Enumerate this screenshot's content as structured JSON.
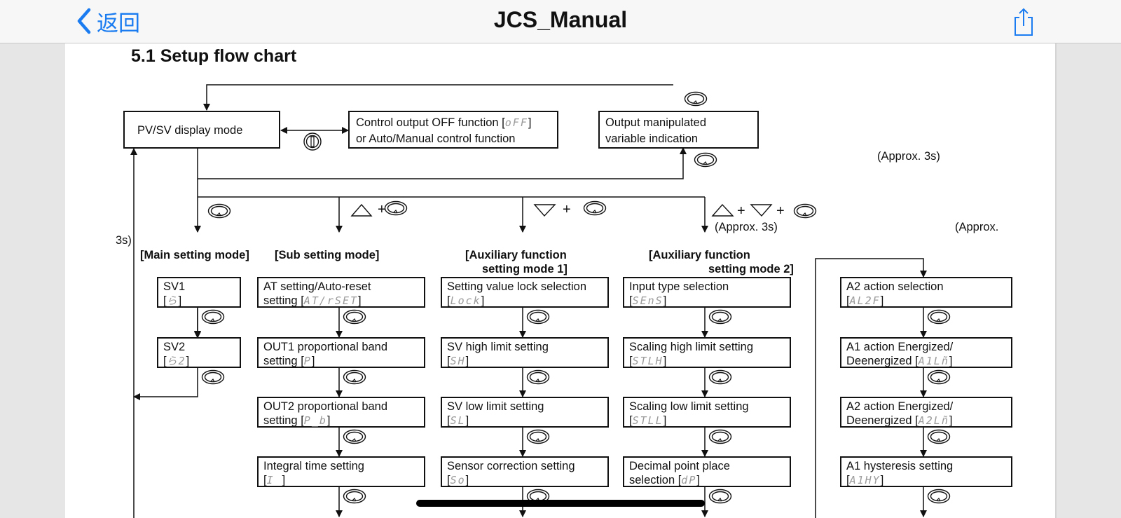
{
  "navbar": {
    "back_label": "返回",
    "title": "JCS_Manual",
    "back_icon": "chevron-left-icon",
    "share_icon": "share-icon",
    "accent_color": "#1a7cf0"
  },
  "document": {
    "section_title": "5.1 Setup flow chart",
    "top_boxes": {
      "pv_sv": "PV/SV display mode",
      "control_off_line1": "Control output OFF function [",
      "control_off_code": "oFF",
      "control_off_line1_end": "]",
      "control_off_line2": "or Auto/Manual control function",
      "output_mv_line1": "Output manipulated",
      "output_mv_line2": "variable indication"
    },
    "annotations": {
      "approx_3s_right": "(Approx. 3s)",
      "approx_3s_mid": "(Approx. 3s)",
      "approx_cut": "(Approx.",
      "left_3s": "3s)",
      "plus": "+"
    },
    "modes": {
      "main": "[Main setting mode]",
      "sub": "[Sub setting mode]",
      "aux1_line1": "[Auxiliary function",
      "aux1_line2": "setting mode 1]",
      "aux2_line1": "[Auxiliary function",
      "aux2_line2": "setting mode 2]"
    },
    "main_items": [
      {
        "line1": "SV1",
        "pre": "[",
        "code": "ら",
        "post": "]"
      },
      {
        "line1": "SV2",
        "pre": "[",
        "code": "ら2",
        "post": "]"
      }
    ],
    "sub_items": [
      {
        "line1": "AT setting/Auto-reset",
        "pre": "setting [",
        "code": "AT/rSET",
        "post": "]"
      },
      {
        "line1": "OUT1 proportional band",
        "pre": "setting [",
        "code": "P",
        "post": "]"
      },
      {
        "line1": "OUT2 proportional band",
        "pre": "setting [",
        "code": "P_b",
        "post": "]"
      },
      {
        "line1": "Integral time setting",
        "pre": "[",
        "code": "I ",
        "post": "]"
      }
    ],
    "aux1_items": [
      {
        "line1": "Setting value lock selection",
        "pre": "[",
        "code": "Lock",
        "post": "]"
      },
      {
        "line1": "SV high limit setting",
        "pre": "[",
        "code": "SH",
        "post": "]"
      },
      {
        "line1": "SV low limit setting",
        "pre": "[",
        "code": "SL",
        "post": "]"
      },
      {
        "line1": "Sensor correction setting",
        "pre": "[",
        "code": "So",
        "post": "]"
      }
    ],
    "aux2_items": [
      {
        "line1": "Input type selection",
        "pre": "[",
        "code": "SEnS",
        "post": "]"
      },
      {
        "line1": "Scaling high limit setting",
        "pre": "[",
        "code": "STLH",
        "post": "]"
      },
      {
        "line1": "Scaling low limit setting",
        "pre": "[",
        "code": "STLL",
        "post": "]"
      },
      {
        "line1": "Decimal point place",
        "pre": "selection [",
        "code": "dP",
        "post": "]"
      }
    ],
    "alarm_items": [
      {
        "line1": "A2 action selection",
        "pre": "[",
        "code": "AL2F",
        "post": "]"
      },
      {
        "line1": "A1 action Energized/",
        "pre": "Deenergized [",
        "code": "A1Lñ",
        "post": "]"
      },
      {
        "line1": "A2 action Energized/",
        "pre": "Deenergized [",
        "code": "A2Lñ",
        "post": "]"
      },
      {
        "line1": "A1 hysteresis setting",
        "pre": "[",
        "code": "A1HY",
        "post": "]"
      }
    ],
    "key_icons": {
      "mode_key": "mode-key-icon",
      "up_key": "up-triangle-key-icon",
      "down_key": "down-triangle-key-icon",
      "off_key": "power-key-icon"
    }
  }
}
